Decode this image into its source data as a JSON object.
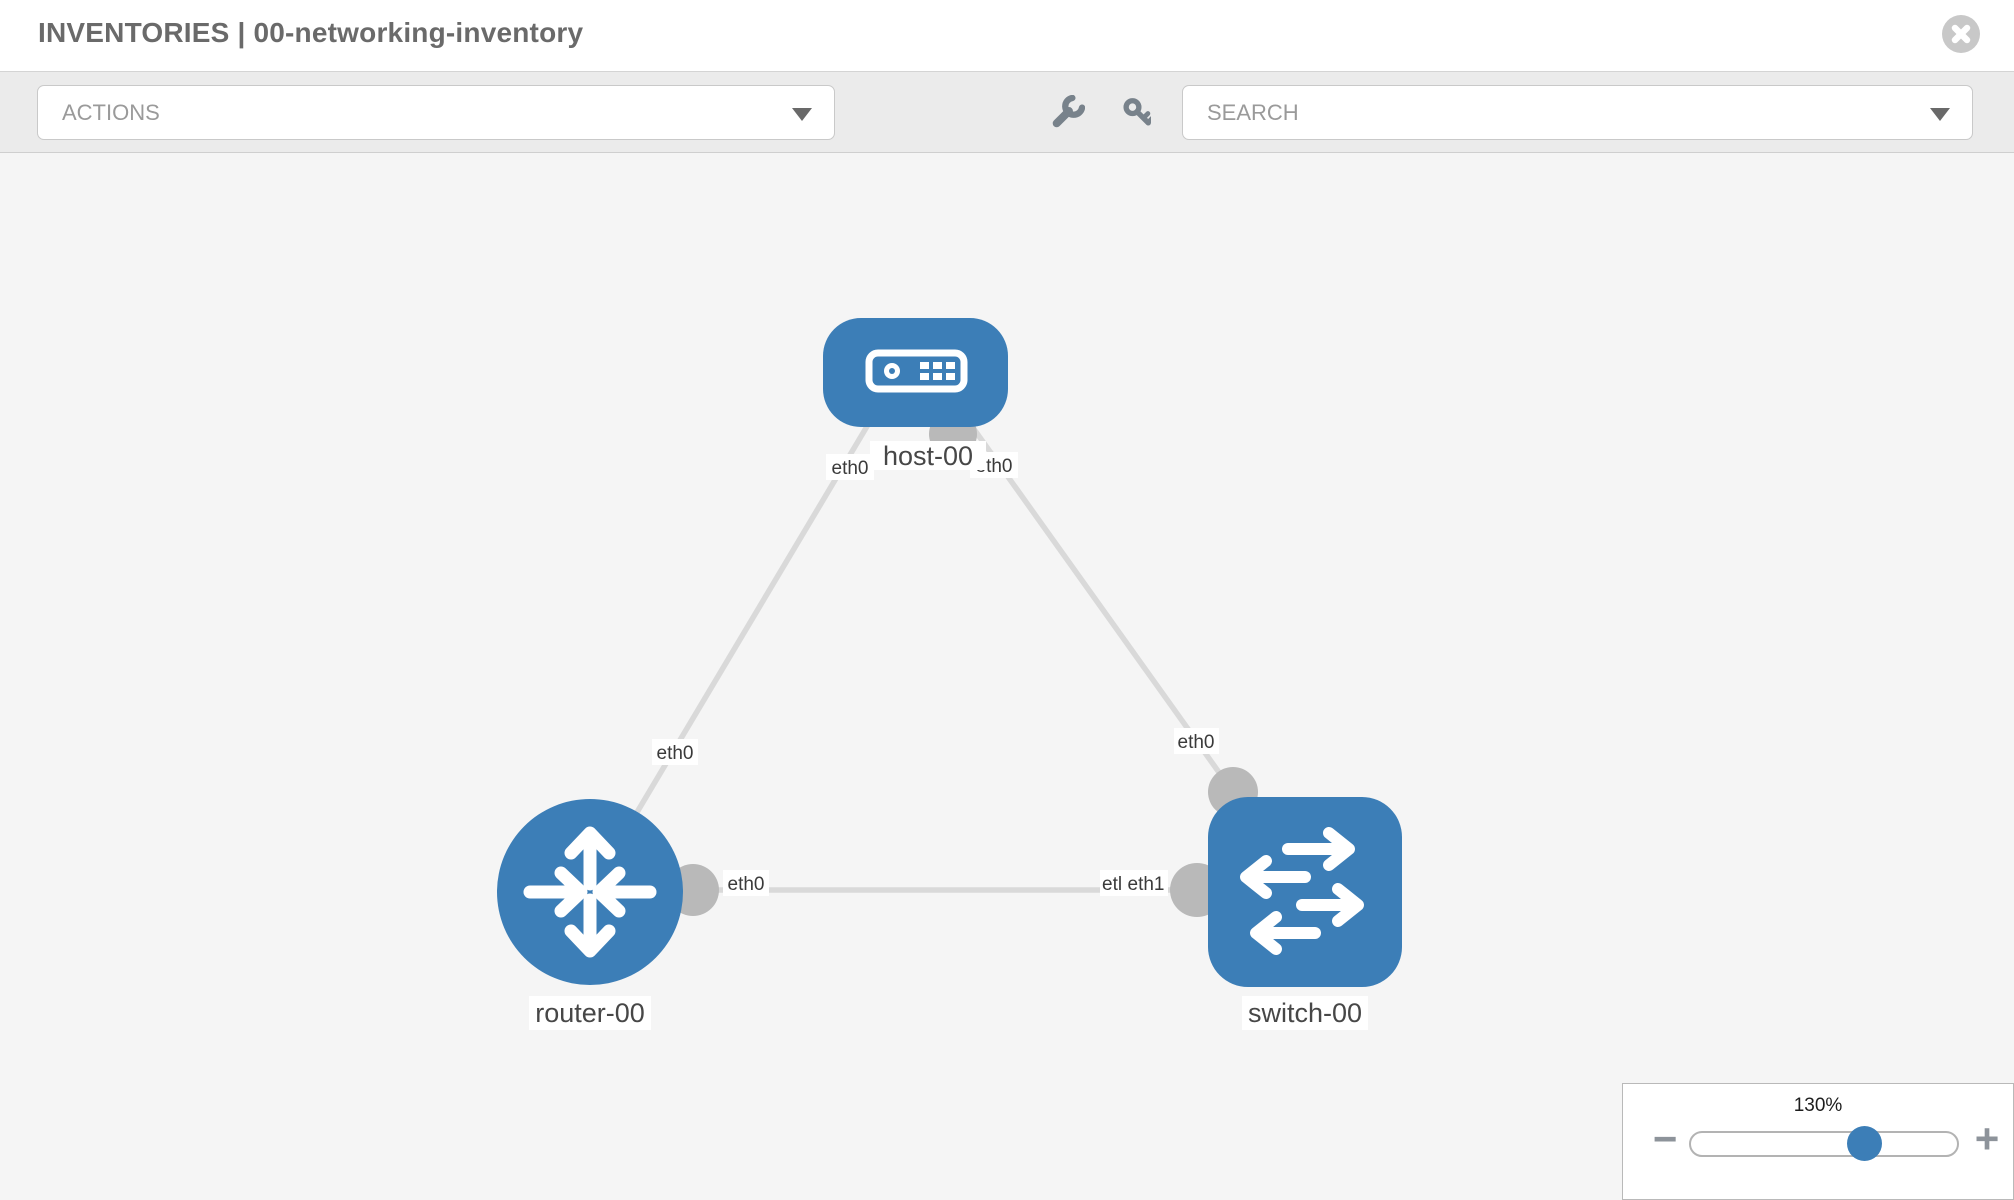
{
  "window": {
    "title": "INVENTORIES | 00-networking-inventory"
  },
  "toolbar": {
    "actions_label": "ACTIONS",
    "search_label": "SEARCH",
    "icons": [
      "wrench-icon",
      "key-icon"
    ]
  },
  "topology": {
    "nodes": [
      {
        "id": "host-00",
        "type": "host",
        "label": "host-00",
        "icon": "host-icon",
        "shape": "rounded-rect"
      },
      {
        "id": "router-00",
        "type": "router",
        "label": "router-00",
        "icon": "router-icon",
        "shape": "circle"
      },
      {
        "id": "switch-00",
        "type": "switch",
        "label": "switch-00",
        "icon": "switch-icon",
        "shape": "rounded-square"
      }
    ],
    "links": [
      {
        "source": "host-00",
        "target": "router-00",
        "source_interface": "eth0",
        "target_interface": "eth0"
      },
      {
        "source": "host-00",
        "target": "switch-00",
        "source_interface": "eth0",
        "target_interface": "eth0"
      },
      {
        "source": "router-00",
        "target": "switch-00",
        "source_interface": "eth0",
        "target_interface": "eth1",
        "clipped_overlap_label": "etl"
      }
    ]
  },
  "zoom_control": {
    "level": "130%",
    "minus_label": "−",
    "plus_label": "+"
  },
  "colors": {
    "node_blue": "#3c7eb7",
    "link_gray": "#d9d9d9",
    "port_gray": "#b9b9b9",
    "toolbar_bg": "#ebebeb",
    "canvas_bg": "#f5f5f5"
  }
}
